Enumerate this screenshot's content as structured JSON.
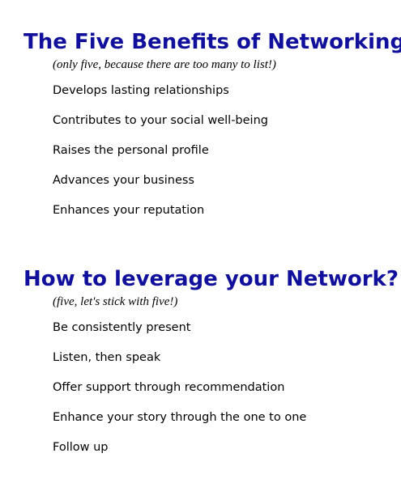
{
  "sections": [
    {
      "title": "The Five Benefits of Networking",
      "subtitle": "(only five, because there are too many to list!)",
      "items": [
        "Develops lasting relationships",
        "Contributes to your social well-being",
        "Raises the personal profile",
        "Advances your business",
        "Enhances your reputation"
      ]
    },
    {
      "title": "How to leverage your Network?",
      "subtitle": "(five, let's stick with five!)",
      "items": [
        "Be consistently present",
        "Listen, then speak",
        "Offer support through recommendation",
        "Enhance your story through the one to one",
        "Follow up"
      ]
    }
  ],
  "colors": {
    "heading": "#10109c",
    "text": "#000000",
    "background": "#ffffff"
  }
}
